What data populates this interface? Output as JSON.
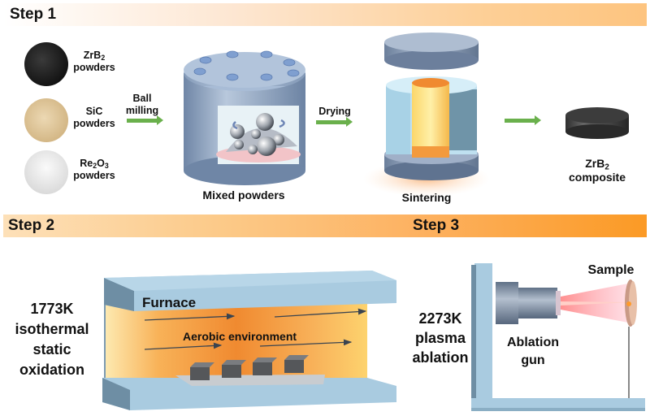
{
  "steps": {
    "step1": "Step 1",
    "step2": "Step 2",
    "step3": "Step 3"
  },
  "step1": {
    "powders": [
      {
        "name_main": "ZrB",
        "name_sub": "2",
        "name_rest": "",
        "label": "powders",
        "color": "#1c1c1c"
      },
      {
        "name_main": "SiC",
        "name_sub": "",
        "name_rest": "",
        "label": "powders",
        "color": "#d8bd8c"
      },
      {
        "name_main": "Re",
        "name_sub": "2",
        "name_rest": "O",
        "name_sub2": "3",
        "label": "powders",
        "color": "#e6e6e6"
      }
    ],
    "arrow1_label_line1": "Ball",
    "arrow1_label_line2": "milling",
    "mixer_label": "Mixed powders",
    "arrow2_label": "Drying",
    "sinter_label": "Sintering",
    "product_main": "ZrB",
    "product_sub": "2",
    "product_label": "composite"
  },
  "step2": {
    "condition_lines": [
      "1773K",
      "isothermal",
      "static",
      "oxidation"
    ],
    "furnace_label": "Furnace",
    "environment_label": "Aerobic environment"
  },
  "step3": {
    "condition_lines": [
      "2273K",
      "plasma",
      "ablation"
    ],
    "gun_label_line1": "Ablation",
    "gun_label_line2": "gun",
    "sample_label": "Sample"
  },
  "colors": {
    "arrow_green": "#6ab04c",
    "steel_blue": "#8aa5c4",
    "furnace_blue": "#a9cbe0",
    "heat_orange": "#f08a30"
  }
}
